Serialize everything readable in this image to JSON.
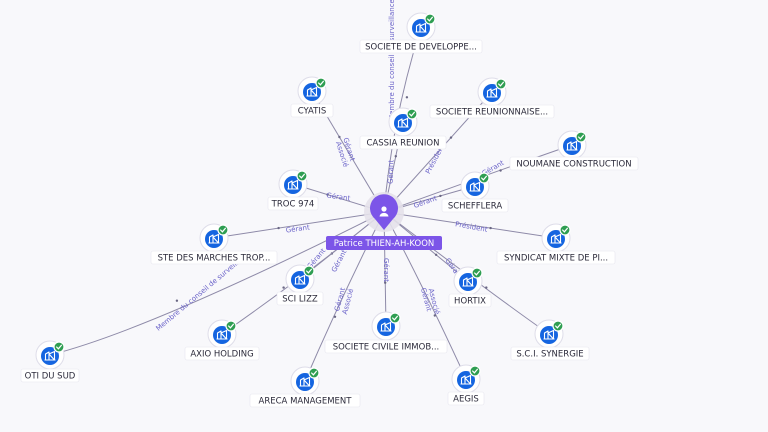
{
  "person": {
    "name": "Patrice THIEN-AH-KOON",
    "icon": "person-icon"
  },
  "colors": {
    "accent": "#7c55e8",
    "company": "#1565e0",
    "check": "#2f9e52",
    "edge": "#8e8aa8",
    "edge_label": "#6b63c9"
  },
  "companies": [
    {
      "id": "societe-de-developpe",
      "label": "SOCIETE DE DEVELOPPE...",
      "icon": "company-icon",
      "status": "check-icon"
    },
    {
      "id": "cyatis",
      "label": "CYATIS",
      "icon": "company-icon",
      "status": "check-icon"
    },
    {
      "id": "cassia-reunion",
      "label": "CASSIA REUNION",
      "icon": "company-icon",
      "status": "check-icon"
    },
    {
      "id": "societe-reunionnaise",
      "label": "SOCIETE REUNIONNAISE...",
      "icon": "company-icon",
      "status": "check-icon"
    },
    {
      "id": "noumane-construction",
      "label": "NOUMANE CONSTRUCTION",
      "icon": "company-icon",
      "status": "check-icon"
    },
    {
      "id": "troc-974",
      "label": "TROC 974",
      "icon": "company-icon",
      "status": "check-icon"
    },
    {
      "id": "schefflera",
      "label": "SCHEFFLERA",
      "icon": "company-icon",
      "status": "check-icon"
    },
    {
      "id": "ste-des-marches",
      "label": "STE DES MARCHES TROP...",
      "icon": "company-icon",
      "status": "check-icon"
    },
    {
      "id": "syndicat-mixte",
      "label": "SYNDICAT MIXTE DE PI...",
      "icon": "company-icon",
      "status": "check-icon"
    },
    {
      "id": "sci-lizz",
      "label": "SCI LIZZ",
      "icon": "company-icon",
      "status": "check-icon"
    },
    {
      "id": "hortix",
      "label": "HORTIX",
      "icon": "company-icon",
      "status": "check-icon"
    },
    {
      "id": "axio-holding",
      "label": "AXIO HOLDING",
      "icon": "company-icon",
      "status": "check-icon"
    },
    {
      "id": "societe-civile-immob",
      "label": "SOCIETE CIVILE IMMOB...",
      "icon": "company-icon",
      "status": "check-icon"
    },
    {
      "id": "sci-synergie",
      "label": "S.C.I. SYNERGIE",
      "icon": "company-icon",
      "status": "check-icon"
    },
    {
      "id": "oti-du-sud",
      "label": "OTI DU SUD",
      "icon": "company-icon",
      "status": "check-icon"
    },
    {
      "id": "areca-management",
      "label": "ARECA MANAGEMENT",
      "icon": "company-icon",
      "status": "check-icon"
    },
    {
      "id": "aegis",
      "label": "AEGIS",
      "icon": "company-icon",
      "status": "check-icon"
    }
  ],
  "relations": [
    {
      "to": "societe-de-developpe",
      "labels": [
        "Membre du conseil de surveillance"
      ]
    },
    {
      "to": "cyatis",
      "labels": [
        "Gérant",
        "Associé"
      ]
    },
    {
      "to": "cassia-reunion",
      "labels": [
        "Gérant"
      ]
    },
    {
      "to": "societe-reunionnaise",
      "labels": [
        "Président"
      ]
    },
    {
      "to": "noumane-construction",
      "labels": [
        "Gérant"
      ]
    },
    {
      "to": "troc-974",
      "labels": [
        "Gérant"
      ]
    },
    {
      "to": "schefflera",
      "labels": [
        "Gérant"
      ]
    },
    {
      "to": "ste-des-marches",
      "labels": [
        "Gérant"
      ]
    },
    {
      "to": "syndicat-mixte",
      "labels": [
        "Président"
      ]
    },
    {
      "to": "sci-lizz",
      "labels": [
        "Gérant"
      ]
    },
    {
      "to": "hortix",
      "labels": [
        "Gérant"
      ]
    },
    {
      "to": "axio-holding",
      "labels": [
        "Gérant"
      ]
    },
    {
      "to": "societe-civile-immob",
      "labels": [
        "Gérant"
      ]
    },
    {
      "to": "sci-synergie",
      "labels": []
    },
    {
      "to": "oti-du-sud",
      "labels": [
        "Membre du conseil de surveillance"
      ]
    },
    {
      "to": "areca-management",
      "labels": [
        "Gérant",
        "Associé"
      ]
    },
    {
      "to": "aegis",
      "labels": [
        "Gérant",
        "Associé"
      ]
    }
  ]
}
